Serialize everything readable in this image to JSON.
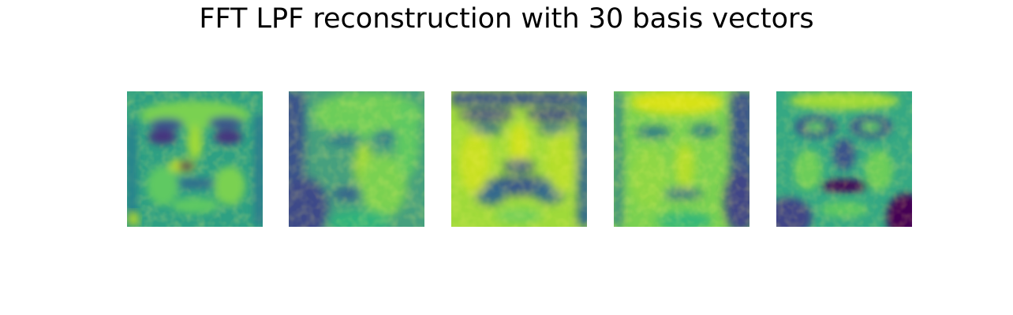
{
  "figure": {
    "title": "FFT LPF reconstruction with 30 basis vectors"
  },
  "colormap": {
    "name": "viridis",
    "dark": "#440154",
    "mid_dark": "#3b528b",
    "mid": "#21918c",
    "mid_light": "#5ec962",
    "light": "#fde725"
  },
  "panels": [
    {
      "name": "face-1",
      "description_icon": "face-reconstruction-image"
    },
    {
      "name": "face-2",
      "description_icon": "face-reconstruction-image"
    },
    {
      "name": "face-3",
      "description_icon": "face-reconstruction-image"
    },
    {
      "name": "face-4",
      "description_icon": "face-reconstruction-image"
    },
    {
      "name": "face-5",
      "description_icon": "face-reconstruction-image"
    }
  ]
}
